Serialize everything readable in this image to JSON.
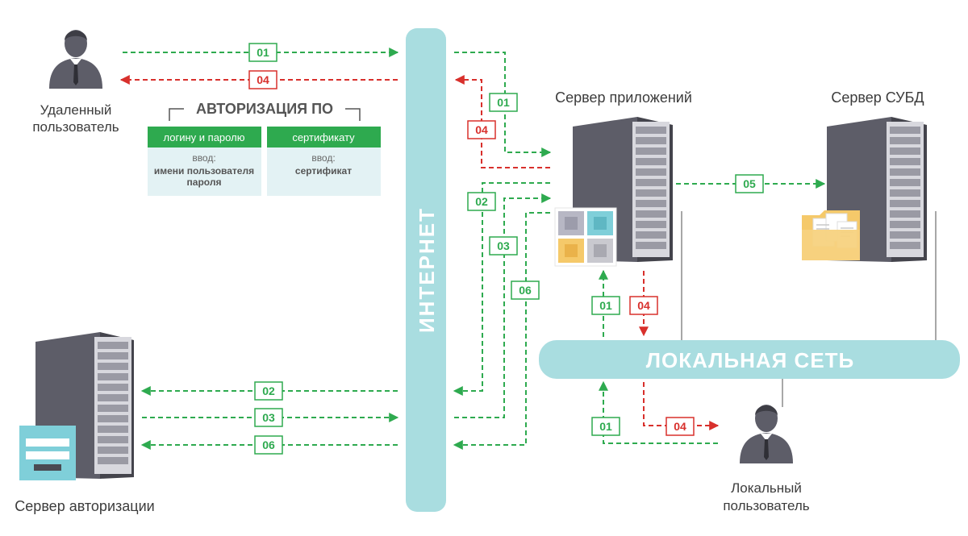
{
  "colors": {
    "green": "#2eaa4f",
    "red": "#d8302c",
    "teal": "#a9dde0",
    "server_dark": "#5d5d68",
    "text": "#3c3c3c"
  },
  "labels": {
    "remote_user": [
      "Удаленный",
      "пользователь"
    ],
    "auth_title": "АВТОРИЗАЦИЯ ПО",
    "auth_tab1": "логину и паролю",
    "auth_tab2": "сертификату",
    "auth_input1": [
      "ввод:",
      "имени пользователя",
      "пароля"
    ],
    "auth_input2": [
      "ввод:",
      "сертификат"
    ],
    "internet": "ИНТЕРНЕТ",
    "app_server": "Сервер приложений",
    "db_server": "Сервер СУБД",
    "local_network": "ЛОКАЛЬНАЯ СЕТЬ",
    "auth_server": "Сервер авторизации",
    "local_user": [
      "Локальный",
      "пользователь"
    ]
  },
  "steps": {
    "s01": "01",
    "s02": "02",
    "s03": "03",
    "s04": "04",
    "s05": "05",
    "s06": "06"
  },
  "icons": [
    "user-icon",
    "server-icon",
    "app-modules-icon",
    "folder-documents-icon",
    "login-form-icon"
  ]
}
